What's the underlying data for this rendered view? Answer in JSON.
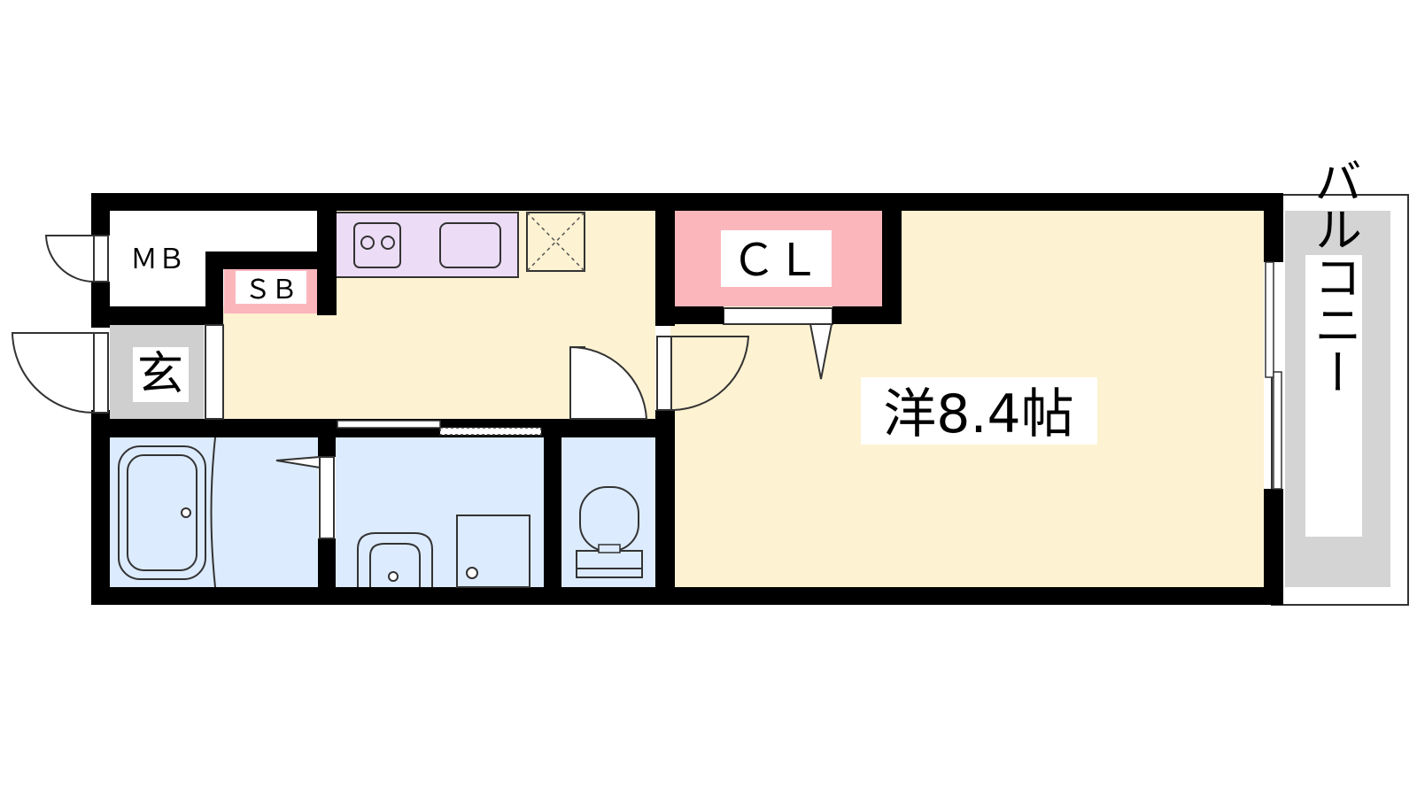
{
  "labels": {
    "meter_box": "ＭＢ",
    "shoe_box": "ＳＢ",
    "closet": "ＣＬ",
    "entrance": "玄",
    "western_room": "洋8.4帖",
    "balcony": "バルコニー"
  },
  "colors": {
    "wall": "#000000",
    "living_floor": "#fdf2d1",
    "wet_area": "#dcebfd",
    "kitchen_counter": "#ecdcf5",
    "closet": "#fbb6bc",
    "shoe_box": "#fbb6bc",
    "entrance_floor": "#cfcfcf",
    "balcony_floor": "#d4d4d4",
    "fixture_line": "#333333"
  }
}
